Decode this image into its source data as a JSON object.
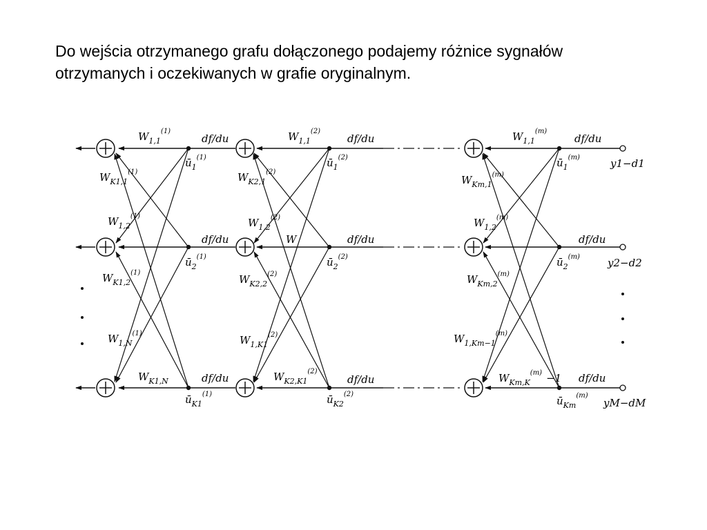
{
  "caption": {
    "line1": "Do wejścia otrzymanego grafu dołączonego podajemy różnice sygnałów",
    "line2": "otrzymanych i oczekiwanych w grafie oryginalnym."
  },
  "diagram": {
    "derivative_label": "df/du",
    "layer1": {
      "u_nodes": [
        {
          "base": "ū",
          "sub": "1",
          "sup": "(1)"
        },
        {
          "base": "ū",
          "sub": "2",
          "sup": "(1)"
        },
        {
          "base": "ū",
          "sub": "K1",
          "sup": "(1)"
        }
      ],
      "weights": [
        {
          "base": "W",
          "sub": "1,1",
          "sup": "(1)"
        },
        {
          "base": "W",
          "sub": "K1,1",
          "sup": "(1)"
        },
        {
          "base": "W",
          "sub": "1,2",
          "sup": "(1)"
        },
        {
          "base": "W",
          "sub": "K1,2",
          "sup": "(1)"
        },
        {
          "base": "W",
          "sub": "1,N",
          "sup": "(1)"
        },
        {
          "base": "W",
          "sub": "K1,N",
          "sup": ""
        }
      ]
    },
    "layer2": {
      "u_nodes": [
        {
          "base": "ū",
          "sub": "1",
          "sup": "(2)"
        },
        {
          "base": "ū",
          "sub": "2",
          "sup": "(2)"
        },
        {
          "base": "ū",
          "sub": "K2",
          "sup": "(2)"
        }
      ],
      "weights": [
        {
          "base": "W",
          "sub": "1,1",
          "sup": "(2)"
        },
        {
          "base": "W",
          "sub": "K2,1",
          "sup": "(2)"
        },
        {
          "base": "W",
          "sub": "1,2",
          "sup": "(2)"
        },
        {
          "base": "W",
          "sub": "",
          "sup": ""
        },
        {
          "base": "W",
          "sub": "K2,2",
          "sup": "(2)"
        },
        {
          "base": "W",
          "sub": "1,K1",
          "sup": "(2)"
        },
        {
          "base": "W",
          "sub": "K2,K1",
          "sup": "(2)"
        }
      ]
    },
    "layerm": {
      "u_nodes": [
        {
          "base": "ū",
          "sub": "1",
          "sup": "(m)"
        },
        {
          "base": "ū",
          "sub": "2",
          "sup": "(m)"
        },
        {
          "base": "ū",
          "sub": "Km",
          "sup": "(m)"
        }
      ],
      "weights": [
        {
          "base": "W",
          "sub": "1,1",
          "sup": "(m)"
        },
        {
          "base": "W",
          "sub": "Km,1",
          "sup": "(m)"
        },
        {
          "base": "W",
          "sub": "1,2",
          "sup": "(m)"
        },
        {
          "base": "W",
          "sub": "Km,2",
          "sup": "(m)"
        },
        {
          "base": "W",
          "sub": "1,Km−1",
          "sup": "(m)"
        },
        {
          "base": "W",
          "sub": "Km,K",
          "sup": "(m)",
          "suffix": "−1"
        }
      ]
    },
    "inputs": [
      {
        "label": "y1−d1"
      },
      {
        "label": "y2−d2"
      },
      {
        "label": "yM−dM"
      }
    ]
  }
}
